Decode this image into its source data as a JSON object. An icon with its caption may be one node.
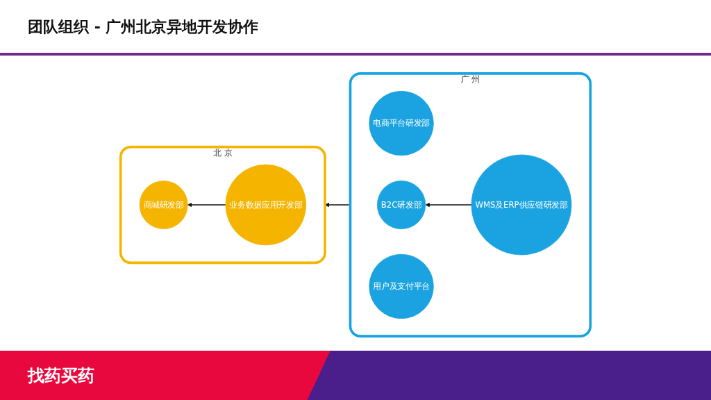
{
  "diagram": {
    "title": "团队组织 - 广州北京异地开发协作",
    "nodes": [
      {
        "text": [
          "北 京"
        ]
      },
      {
        "text": [
          "商城研发部"
        ],
        "in": 0
      },
      {
        "text": [
          "业务数据应用开发部"
        ],
        "in": 0
      },
      {
        "text": [
          "广 州"
        ]
      },
      {
        "text": [
          "电商平台研发部"
        ],
        "in": 3
      },
      {
        "text": [
          "B2C研发部"
        ],
        "in": 3
      },
      {
        "text": [
          "用户及支付平台"
        ],
        "in": 3
      },
      {
        "text": [
          "WMS及ERP供应链研发部"
        ],
        "in": 3
      }
    ],
    "edges": [
      {
        "from": 2,
        "to": 1,
        "arrow": "to"
      },
      {
        "from": 3,
        "to": 0,
        "arrow": "to"
      },
      {
        "from": 7,
        "to": 5,
        "arrow": "to"
      }
    ],
    "labels": [
      "找药买药"
    ]
  }
}
